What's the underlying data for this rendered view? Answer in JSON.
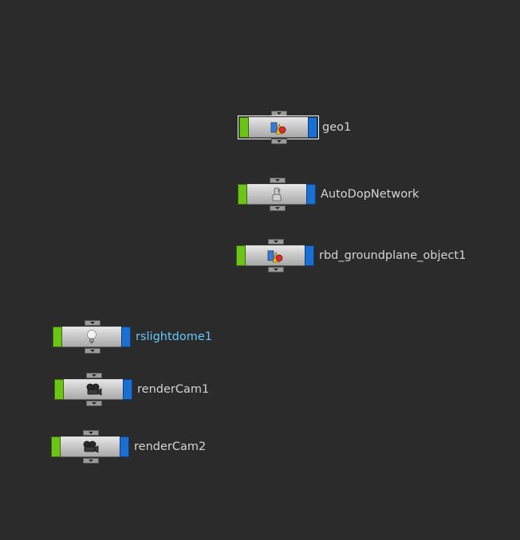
{
  "network": {
    "nodes": [
      {
        "name": "geo1",
        "icon": "geometry-object-icon",
        "selected": true
      },
      {
        "name": "AutoDopNetwork",
        "icon": "dop-network-icon",
        "selected": false
      },
      {
        "name": "rbd_groundplane_object1",
        "icon": "geometry-object-icon",
        "selected": false
      },
      {
        "name": "rslightdome1",
        "icon": "light-bulb-icon",
        "selected": false
      },
      {
        "name": "renderCam1",
        "icon": "camera-icon",
        "selected": false
      },
      {
        "name": "renderCam2",
        "icon": "camera-icon",
        "selected": false
      }
    ]
  },
  "colors": {
    "background": "#2b2b2b",
    "display_flag": "#6cc417",
    "render_flag": "#1a6fd0",
    "label": "#d4d4d4",
    "label_highlight": "#64c8ff"
  }
}
